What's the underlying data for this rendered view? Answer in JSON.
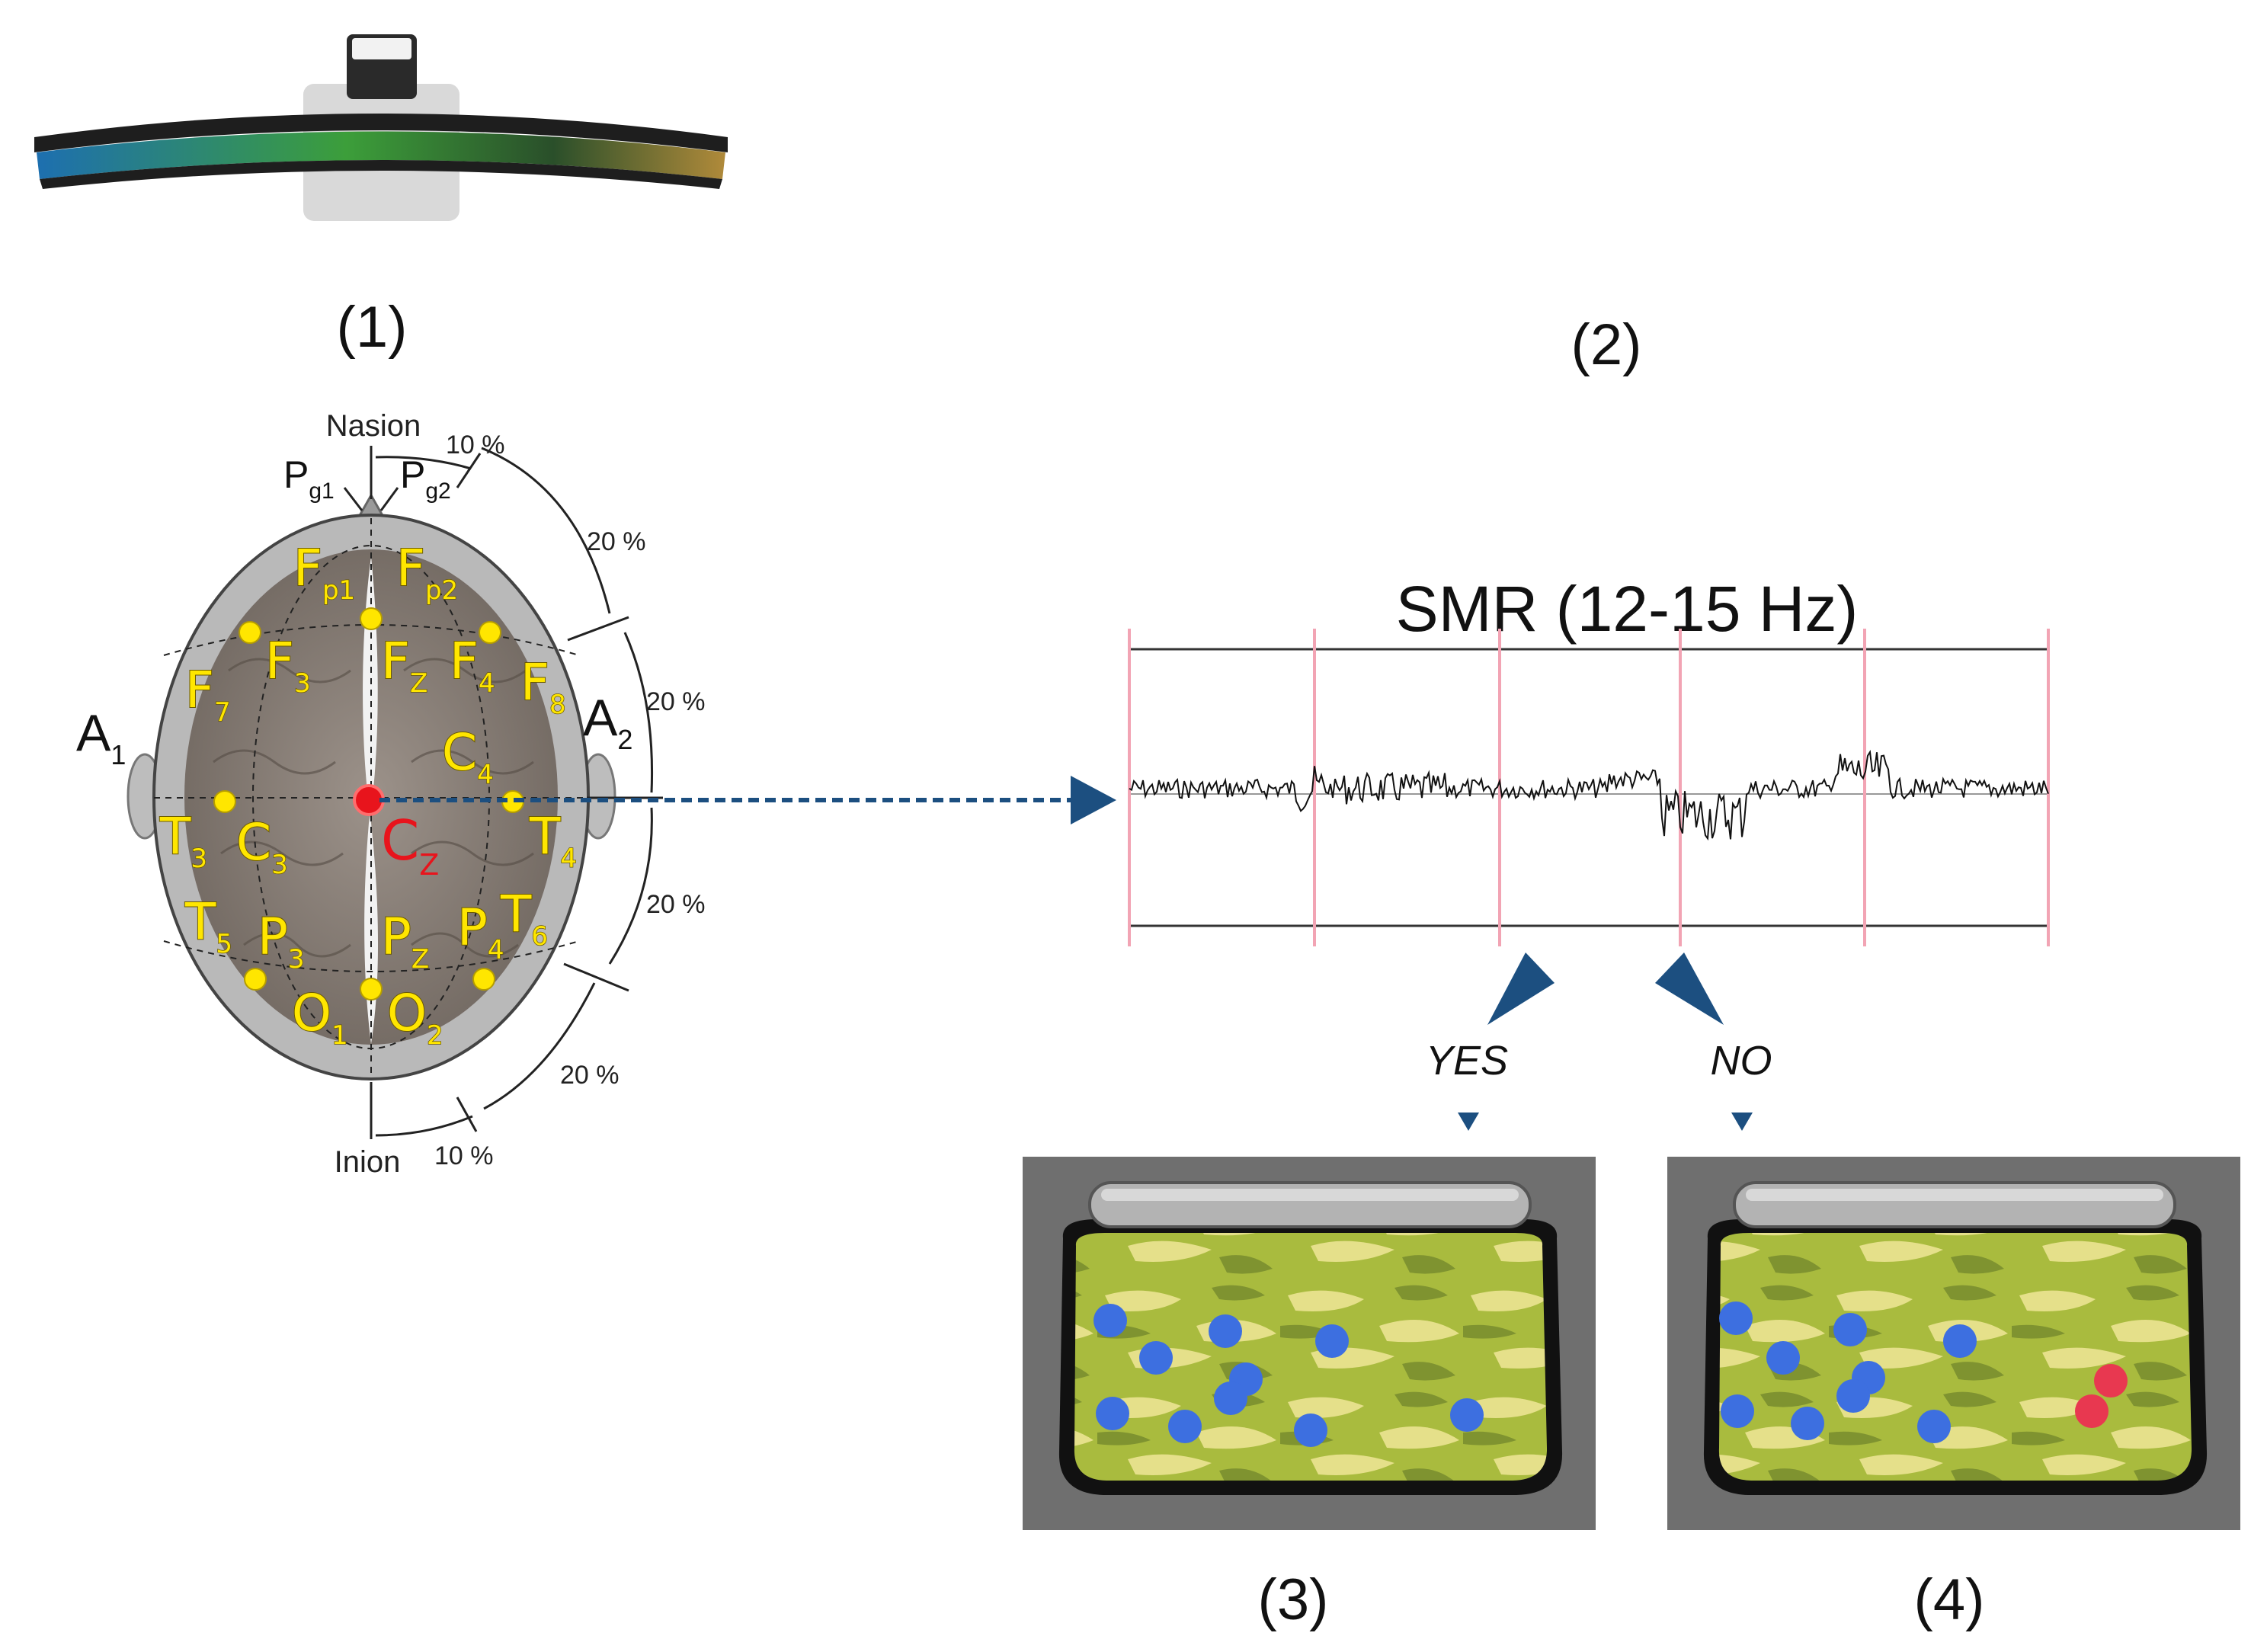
{
  "panels": {
    "p1": "(1)",
    "p2": "(2)",
    "p3": "(3)",
    "p4": "(4)"
  },
  "head": {
    "nasion": "Nasion",
    "inion": "Inion",
    "pct_10": "10 %",
    "pct_20": "20 %",
    "ear_left": {
      "main": "A",
      "sub": "1"
    },
    "ear_right": {
      "main": "A",
      "sub": "2"
    },
    "pg1": {
      "main": "P",
      "sub": "g1"
    },
    "pg2": {
      "main": "P",
      "sub": "g2"
    },
    "electrodes": {
      "fp1": {
        "main": "F",
        "sub": "p1"
      },
      "fp2": {
        "main": "F",
        "sub": "p2"
      },
      "f7": {
        "main": "F",
        "sub": "7"
      },
      "f3": {
        "main": "F",
        "sub": "3"
      },
      "fz": {
        "main": "F",
        "sub": "Z"
      },
      "f4": {
        "main": "F",
        "sub": "4"
      },
      "f8": {
        "main": "F",
        "sub": "8"
      },
      "t3": {
        "main": "T",
        "sub": "3"
      },
      "c3": {
        "main": "C",
        "sub": "3"
      },
      "cz": {
        "main": "C",
        "sub": "Z"
      },
      "c4": {
        "main": "C",
        "sub": "4"
      },
      "t4": {
        "main": "T",
        "sub": "4"
      },
      "t5": {
        "main": "T",
        "sub": "5"
      },
      "p3": {
        "main": "P",
        "sub": "3"
      },
      "pz": {
        "main": "P",
        "sub": "Z"
      },
      "p4": {
        "main": "P",
        "sub": "4"
      },
      "t6": {
        "main": "T",
        "sub": "6"
      },
      "o1": {
        "main": "O",
        "sub": "1"
      },
      "o2": {
        "main": "O",
        "sub": "2"
      }
    }
  },
  "signal": {
    "title": "SMR (12-15 Hz)"
  },
  "decision": {
    "yes": "YES",
    "no": "NO"
  },
  "colors": {
    "electrode_yellow": "#ffe600",
    "cz_red": "#e8141c",
    "arrow_blue": "#1c4f80",
    "grid_pink": "#f2a4b4",
    "ball_blue": "#3d6fe0",
    "ball_red": "#e83850",
    "jar_green": "#a9bb3e",
    "jar_frame": "#6f6f6f"
  }
}
